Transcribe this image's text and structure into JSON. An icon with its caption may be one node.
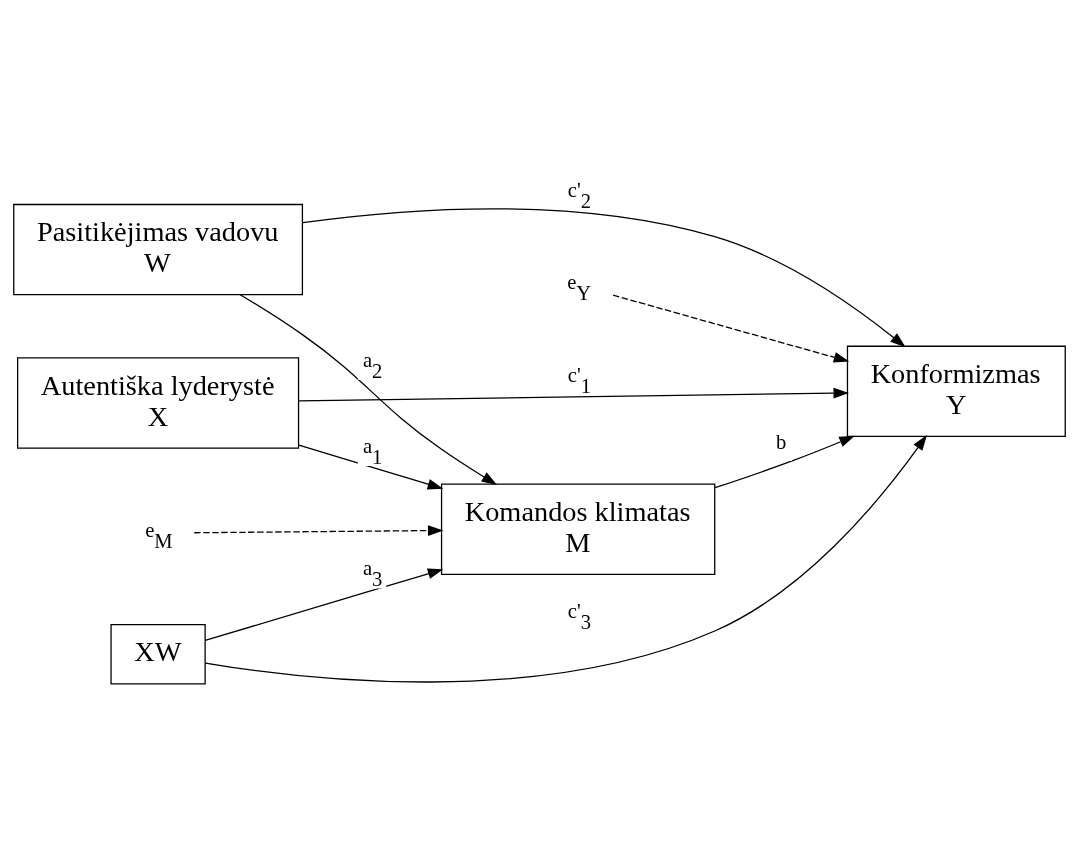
{
  "diagram": {
    "nodes": [
      {
        "text": [
          "e$_{M}$"
        ]
      },
      {
        "text": [
          "Komandos klimatas",
          "M"
        ]
      },
      {
        "text": [
          "e$_{Y}$"
        ]
      },
      {
        "text": [
          "Autentiška lyderystė",
          "X"
        ]
      },
      {
        "text": [
          "Konformizmas",
          "Y"
        ]
      },
      {
        "text": [
          "Pasitikėjimas vadovu",
          "W"
        ]
      },
      {
        "text": [
          "XW"
        ]
      }
    ],
    "edges": [
      {
        "from": 0,
        "to": 1,
        "arrow": "to",
        "style": "dashed"
      },
      {
        "from": 3,
        "to": 1,
        "arrow": "to",
        "label": "a$_{1}$"
      },
      {
        "from": 5,
        "to": 1,
        "arrow": "to",
        "label": "a$_{2}$"
      },
      {
        "from": 6,
        "to": 1,
        "arrow": "to",
        "label": "a$_{3}$"
      },
      {
        "from": 1,
        "to": 4,
        "arrow": "to",
        "label": "b"
      },
      {
        "from": 2,
        "to": 4,
        "arrow": "to",
        "style": "dashed"
      },
      {
        "from": 3,
        "to": 4,
        "arrow": "to",
        "label": "c'$_{1}$"
      },
      {
        "from": 5,
        "to": 4,
        "arrow": "to",
        "label": "c'$_{2}$"
      },
      {
        "from": 6,
        "to": 4,
        "arrow": "to",
        "label": "c'$_{3}$"
      }
    ]
  }
}
